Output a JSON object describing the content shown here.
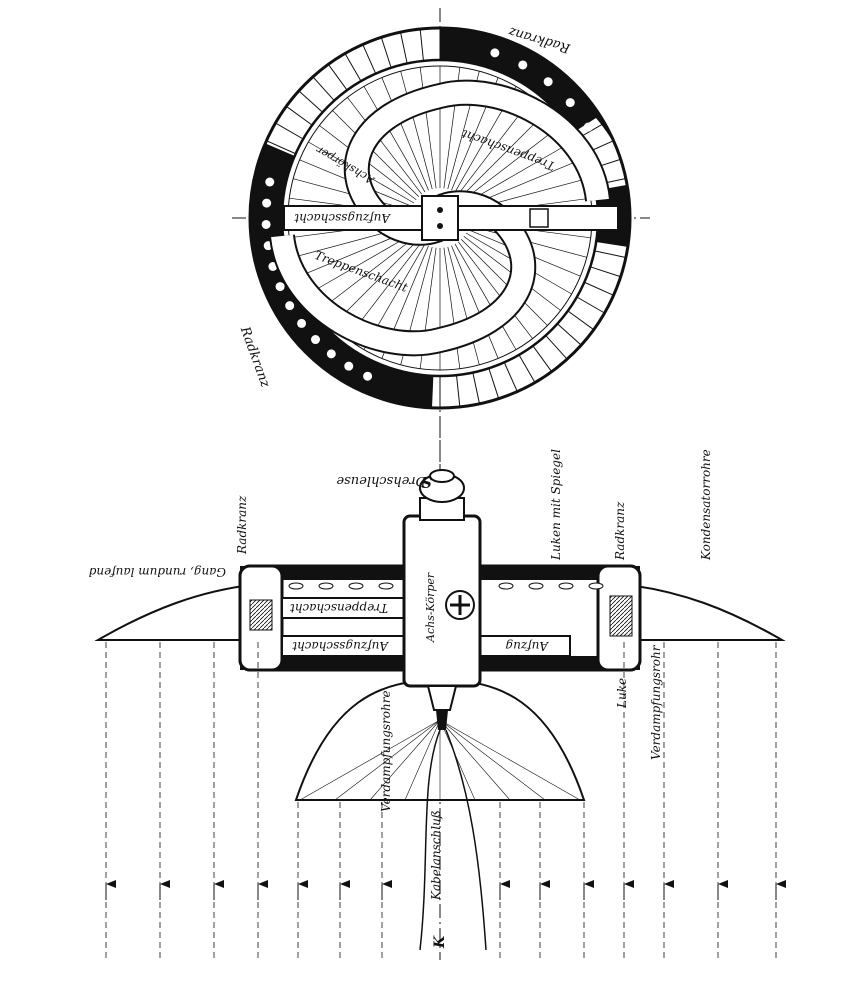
{
  "plan": {
    "labels": {
      "radkranz_top": "Radkranz",
      "radkranz_bottom": "Radkranz",
      "treppenschacht_a": "Treppenschacht",
      "treppenschacht_b": "Treppenschacht",
      "aufzugsschacht": "Aufzugsschacht",
      "achskoerper": "Achskörper"
    }
  },
  "section": {
    "labels": {
      "drehschleuse": "Drehschleuse",
      "drehschleuse_mark": "S",
      "radkranz_left": "Radkranz",
      "radkranz_right": "Radkranz",
      "gang": "Gang, rundum laufend",
      "kondensatorrohre": "Kondensatorrohre",
      "luken": "Luken mit Spiegel",
      "treppenschacht": "Treppenschacht",
      "aufzugsschacht": "Aufzugsschacht",
      "achskoerper": "Achs-Körper",
      "aufzug": "Aufzug",
      "luke": "Luke",
      "verdampfungsrohr_right": "Verdampfungsrohr",
      "verdampfungsrohre_left": "Verdampfungsrohre",
      "kabelanschluss": "Kabelanschluß",
      "kabel_mark": "K"
    }
  }
}
